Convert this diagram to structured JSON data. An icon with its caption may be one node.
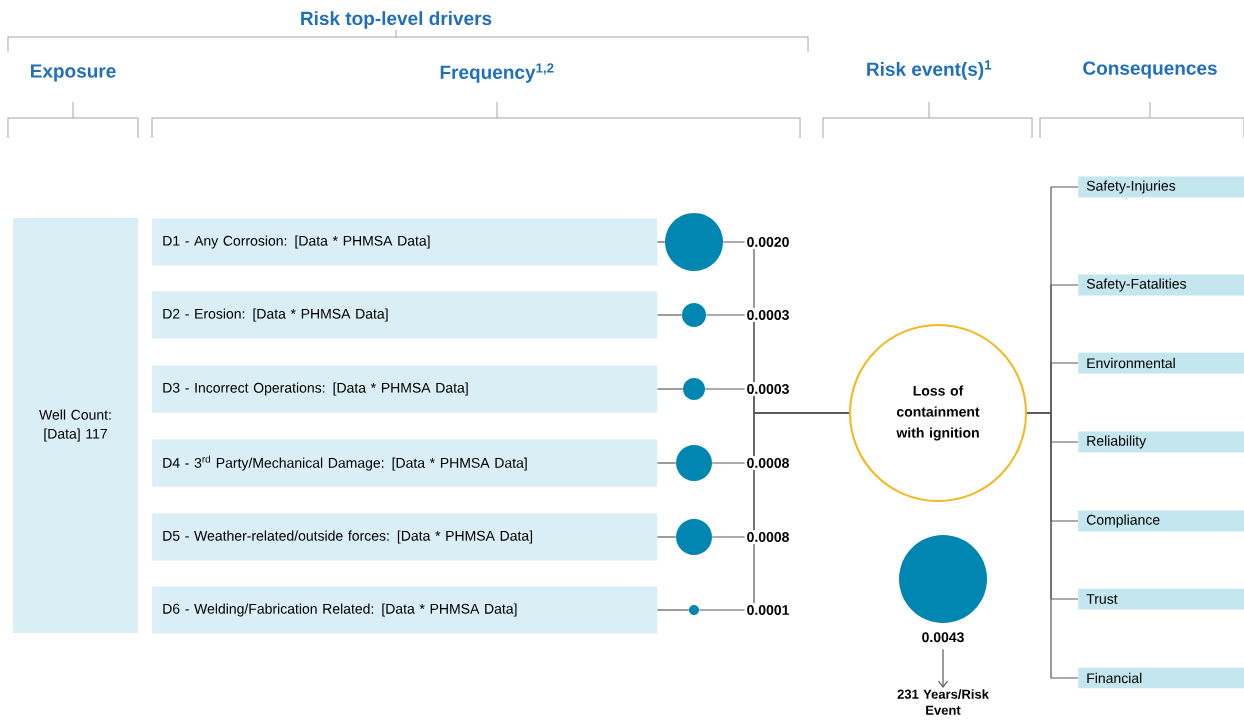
{
  "diagram": {
    "nodes": [
      {
        "text": [
          "Well Count: [Data] 117"
        ]
      },
      {
        "text": [
          "D1 - Any Corrosion: [Data * PHMSA Data]"
        ]
      },
      {
        "text": [
          "D2 - Erosion: [Data * PHMSA Data]"
        ]
      },
      {
        "text": [
          "D3 - Incorrect Operations: [Data * PHMSA Data]"
        ]
      },
      {
        "text": [
          "D4 - 3$^{rd}$ Party/Mechanical Damage: [Data * PHMSA Data]"
        ]
      },
      {
        "text": [
          "D5 - Weather-related/outside forces: [Data * PHMSA Data]"
        ]
      },
      {
        "text": [
          "D6 - Welding/Fabrication Related: [Data * PHMSA Data]"
        ]
      },
      {
        "text": [],
        "shape": "circle",
        "beside": [
          "0.0020"
        ]
      },
      {
        "text": [],
        "shape": "circle",
        "beside": [
          "0.0003"
        ]
      },
      {
        "text": [],
        "shape": "circle",
        "beside": [
          "0.0003"
        ]
      },
      {
        "text": [],
        "shape": "circle",
        "beside": [
          "0.0008"
        ]
      },
      {
        "text": [],
        "shape": "circle",
        "beside": [
          "0.0008"
        ]
      },
      {
        "text": [],
        "shape": "circle",
        "beside": [
          "0.0001"
        ]
      },
      {
        "text": [
          "Loss of containment with ignition"
        ]
      },
      {
        "text": [],
        "shape": "circle",
        "beside": [
          "0.0043"
        ]
      },
      {
        "text": [
          "231 Years/Risk Event"
        ]
      },
      {
        "text": [
          "Safety-Injuries"
        ]
      },
      {
        "text": [
          "Safety-Fatalities"
        ]
      },
      {
        "text": [
          "Environmental"
        ]
      },
      {
        "text": [
          "Reliability"
        ]
      },
      {
        "text": [
          "Compliance"
        ]
      },
      {
        "text": [
          "Trust"
        ]
      },
      {
        "text": [
          "Financial"
        ]
      }
    ],
    "edges": [
      {
        "from": 1,
        "to": 7,
        "arrow": "none"
      },
      {
        "from": 2,
        "to": 8,
        "arrow": "none"
      },
      {
        "from": 3,
        "to": 9,
        "arrow": "none"
      },
      {
        "from": 4,
        "to": 10,
        "arrow": "none"
      },
      {
        "from": 5,
        "to": 11,
        "arrow": "none"
      },
      {
        "from": 6,
        "to": 12,
        "arrow": "none"
      },
      {
        "from": 7,
        "to": 13,
        "arrow": "none"
      },
      {
        "from": 8,
        "to": 13,
        "arrow": "none"
      },
      {
        "from": 9,
        "to": 13,
        "arrow": "none"
      },
      {
        "from": 10,
        "to": 13,
        "arrow": "none"
      },
      {
        "from": 11,
        "to": 13,
        "arrow": "none"
      },
      {
        "from": 12,
        "to": 13,
        "arrow": "none"
      },
      {
        "from": 14,
        "to": 15,
        "arrow": "to"
      },
      {
        "from": 13,
        "to": 16,
        "arrow": "none"
      },
      {
        "from": 13,
        "to": 17,
        "arrow": "none"
      },
      {
        "from": 13,
        "to": 18,
        "arrow": "none"
      },
      {
        "from": 13,
        "to": 19,
        "arrow": "none"
      },
      {
        "from": 13,
        "to": 20,
        "arrow": "none"
      },
      {
        "from": 13,
        "to": 21,
        "arrow": "none"
      },
      {
        "from": 13,
        "to": 22,
        "arrow": "none"
      }
    ],
    "labels": [
      "Risk top-level drivers",
      "Exposure",
      "Frequency$^{1,2}$",
      "Risk event(s)$^{1}$",
      "Consequences"
    ]
  }
}
